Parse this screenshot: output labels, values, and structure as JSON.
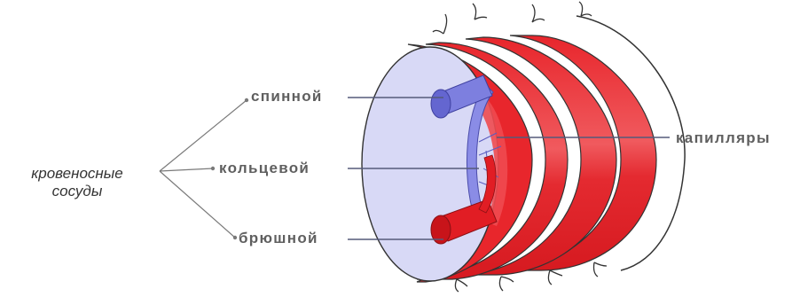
{
  "labels": {
    "group_line1": "кровеносные",
    "group_line2": "сосуды",
    "dorsal": "спинной",
    "ring": "кольцевой",
    "ventral": "брюшной",
    "capillaries": "капилляры"
  },
  "colors": {
    "muscle": "#e8262c",
    "muscle_light": "#f36a6e",
    "muscle_dark": "#b5161c",
    "cross_section": "#d8d9f6",
    "dorsal_vessel": "#7d7fdf",
    "ventral_vessel": "#e11d24",
    "leader_line": "#555a7a",
    "label_text": "#5f5f5f"
  }
}
